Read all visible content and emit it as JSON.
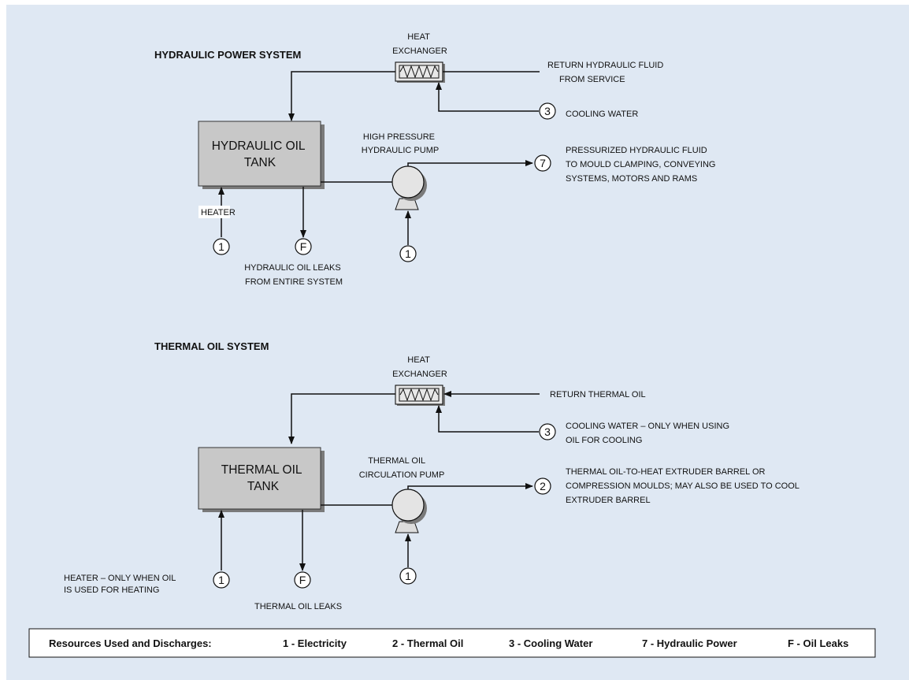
{
  "hydraulic": {
    "title": "HYDRAULIC POWER SYSTEM",
    "hx_label": [
      "HEAT",
      "EXCHANGER"
    ],
    "return_label": [
      "RETURN HYDRAULIC FLUID",
      "FROM SERVICE"
    ],
    "cooling_label": "COOLING WATER",
    "cooling_node": "3",
    "tank_label": [
      "HYDRAULIC OIL",
      "TANK"
    ],
    "pump_label": [
      "HIGH PRESSURE",
      "HYDRAULIC PUMP"
    ],
    "output_node": "7",
    "output_label": [
      "PRESSURIZED HYDRAULIC FLUID",
      "TO MOULD CLAMPING, CONVEYING",
      "SYSTEMS, MOTORS AND RAMS"
    ],
    "heater_label": "HEATER",
    "heater_node": "1",
    "leak_node": "F",
    "leak_label": [
      "HYDRAULIC OIL LEAKS",
      "FROM ENTIRE SYSTEM"
    ],
    "pump_power_node": "1"
  },
  "thermal": {
    "title": "THERMAL OIL SYSTEM",
    "hx_label": [
      "HEAT",
      "EXCHANGER"
    ],
    "return_label": "RETURN THERMAL OIL",
    "cooling_label": [
      "COOLING WATER – ONLY WHEN USING",
      "OIL FOR COOLING"
    ],
    "cooling_node": "3",
    "tank_label": [
      "THERMAL OIL",
      "TANK"
    ],
    "pump_label": [
      "THERMAL OIL",
      "CIRCULATION PUMP"
    ],
    "output_node": "2",
    "output_label": [
      "THERMAL OIL-TO-HEAT EXTRUDER BARREL OR",
      "COMPRESSION MOULDS; MAY ALSO BE USED  TO COOL",
      "EXTRUDER BARREL"
    ],
    "heater_label": [
      "HEATER – ONLY WHEN OIL",
      "IS USED FOR HEATING"
    ],
    "heater_node": "1",
    "leak_node": "F",
    "leak_label": "THERMAL OIL LEAKS",
    "pump_power_node": "1"
  },
  "legend": {
    "title": "Resources Used and Discharges:",
    "items": [
      "1 - Electricity",
      "2 - Thermal Oil",
      "3 - Cooling Water",
      "7 - Hydraulic Power",
      "F - Oil Leaks"
    ]
  },
  "colors": {
    "background": "#dfe8f3",
    "tank_fill": "#c8c8c8",
    "line": "#111111"
  }
}
